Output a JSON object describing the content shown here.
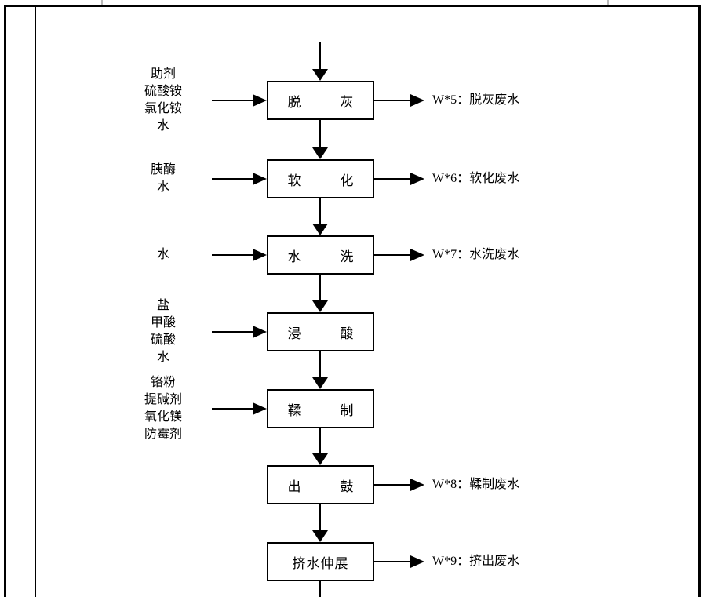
{
  "colors": {
    "line": "#000000",
    "background": "#ffffff",
    "text": "#000000"
  },
  "flowchart": {
    "boxes": [
      {
        "label": "脱灰",
        "chars": [
          "脱",
          "灰"
        ]
      },
      {
        "label": "软化",
        "chars": [
          "软",
          "化"
        ]
      },
      {
        "label": "水洗",
        "chars": [
          "水",
          "洗"
        ]
      },
      {
        "label": "浸酸",
        "chars": [
          "浸",
          "酸"
        ]
      },
      {
        "label": "鞣制",
        "chars": [
          "鞣",
          "制"
        ]
      },
      {
        "label": "出鼓",
        "chars": [
          "出",
          "鼓"
        ]
      },
      {
        "label": "挤水伸展"
      }
    ],
    "inputs": [
      {
        "target": "脱灰",
        "lines": [
          "助剂",
          "硫酸铵",
          "氯化铵",
          "水"
        ]
      },
      {
        "target": "软化",
        "lines": [
          "胰酶",
          "水"
        ]
      },
      {
        "target": "水洗",
        "lines": [
          "水"
        ]
      },
      {
        "target": "浸酸",
        "lines": [
          "盐",
          "甲酸",
          "硫酸",
          "水"
        ]
      },
      {
        "target": "鞣制",
        "lines": [
          "铬粉",
          "提碱剂",
          "氧化镁",
          "防霉剂"
        ]
      }
    ],
    "outputs": [
      {
        "source": "脱灰",
        "label": "W*5：脱灰废水"
      },
      {
        "source": "软化",
        "label": "W*6：软化废水"
      },
      {
        "source": "水洗",
        "label": "W*7：水洗废水"
      },
      {
        "source": "出鼓",
        "label": "W*8：鞣制废水"
      },
      {
        "source": "挤水伸展",
        "label": "W*9：挤出废水"
      }
    ]
  }
}
